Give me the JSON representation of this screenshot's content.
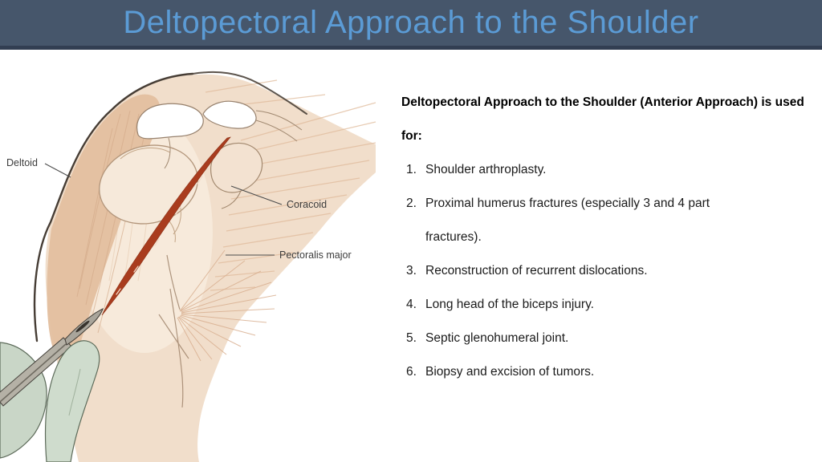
{
  "title": "Deltopectoral Approach to the Shoulder",
  "illustration": {
    "description": "Anatomical drawing of anterior shoulder showing deltopectoral interval incision with scalpel",
    "labels": {
      "deltoid": "Deltoid",
      "coracoid": "Coracoid",
      "pectoralis_major": "Pectoralis major"
    }
  },
  "content": {
    "heading": "Deltopectoral Approach to the Shoulder (Anterior Approach) is used for:",
    "items": [
      {
        "num": "1.",
        "text": "Shoulder arthroplasty."
      },
      {
        "num": "2.",
        "text": "Proximal humerus fractures (especially 3 and 4 part fractures)."
      },
      {
        "num": "3.",
        "text": "Reconstruction of recurrent dislocations."
      },
      {
        "num": "4.",
        "text": "Long head of the biceps injury."
      },
      {
        "num": "5.",
        "text": "Septic glenohumeral joint."
      },
      {
        "num": "6.",
        "text": "Biopsy and excision of tumors."
      }
    ]
  },
  "colors": {
    "header_bg": "#46566B",
    "header_border": "#323E52",
    "title_text": "#5B9BD5",
    "muscle_tan": "#F1DECB",
    "deltoid_tan": "#E3BF9F",
    "incision_red": "#A93C1E",
    "glove_green": "#CFDCCD",
    "body_text": "#1B1B1B"
  }
}
